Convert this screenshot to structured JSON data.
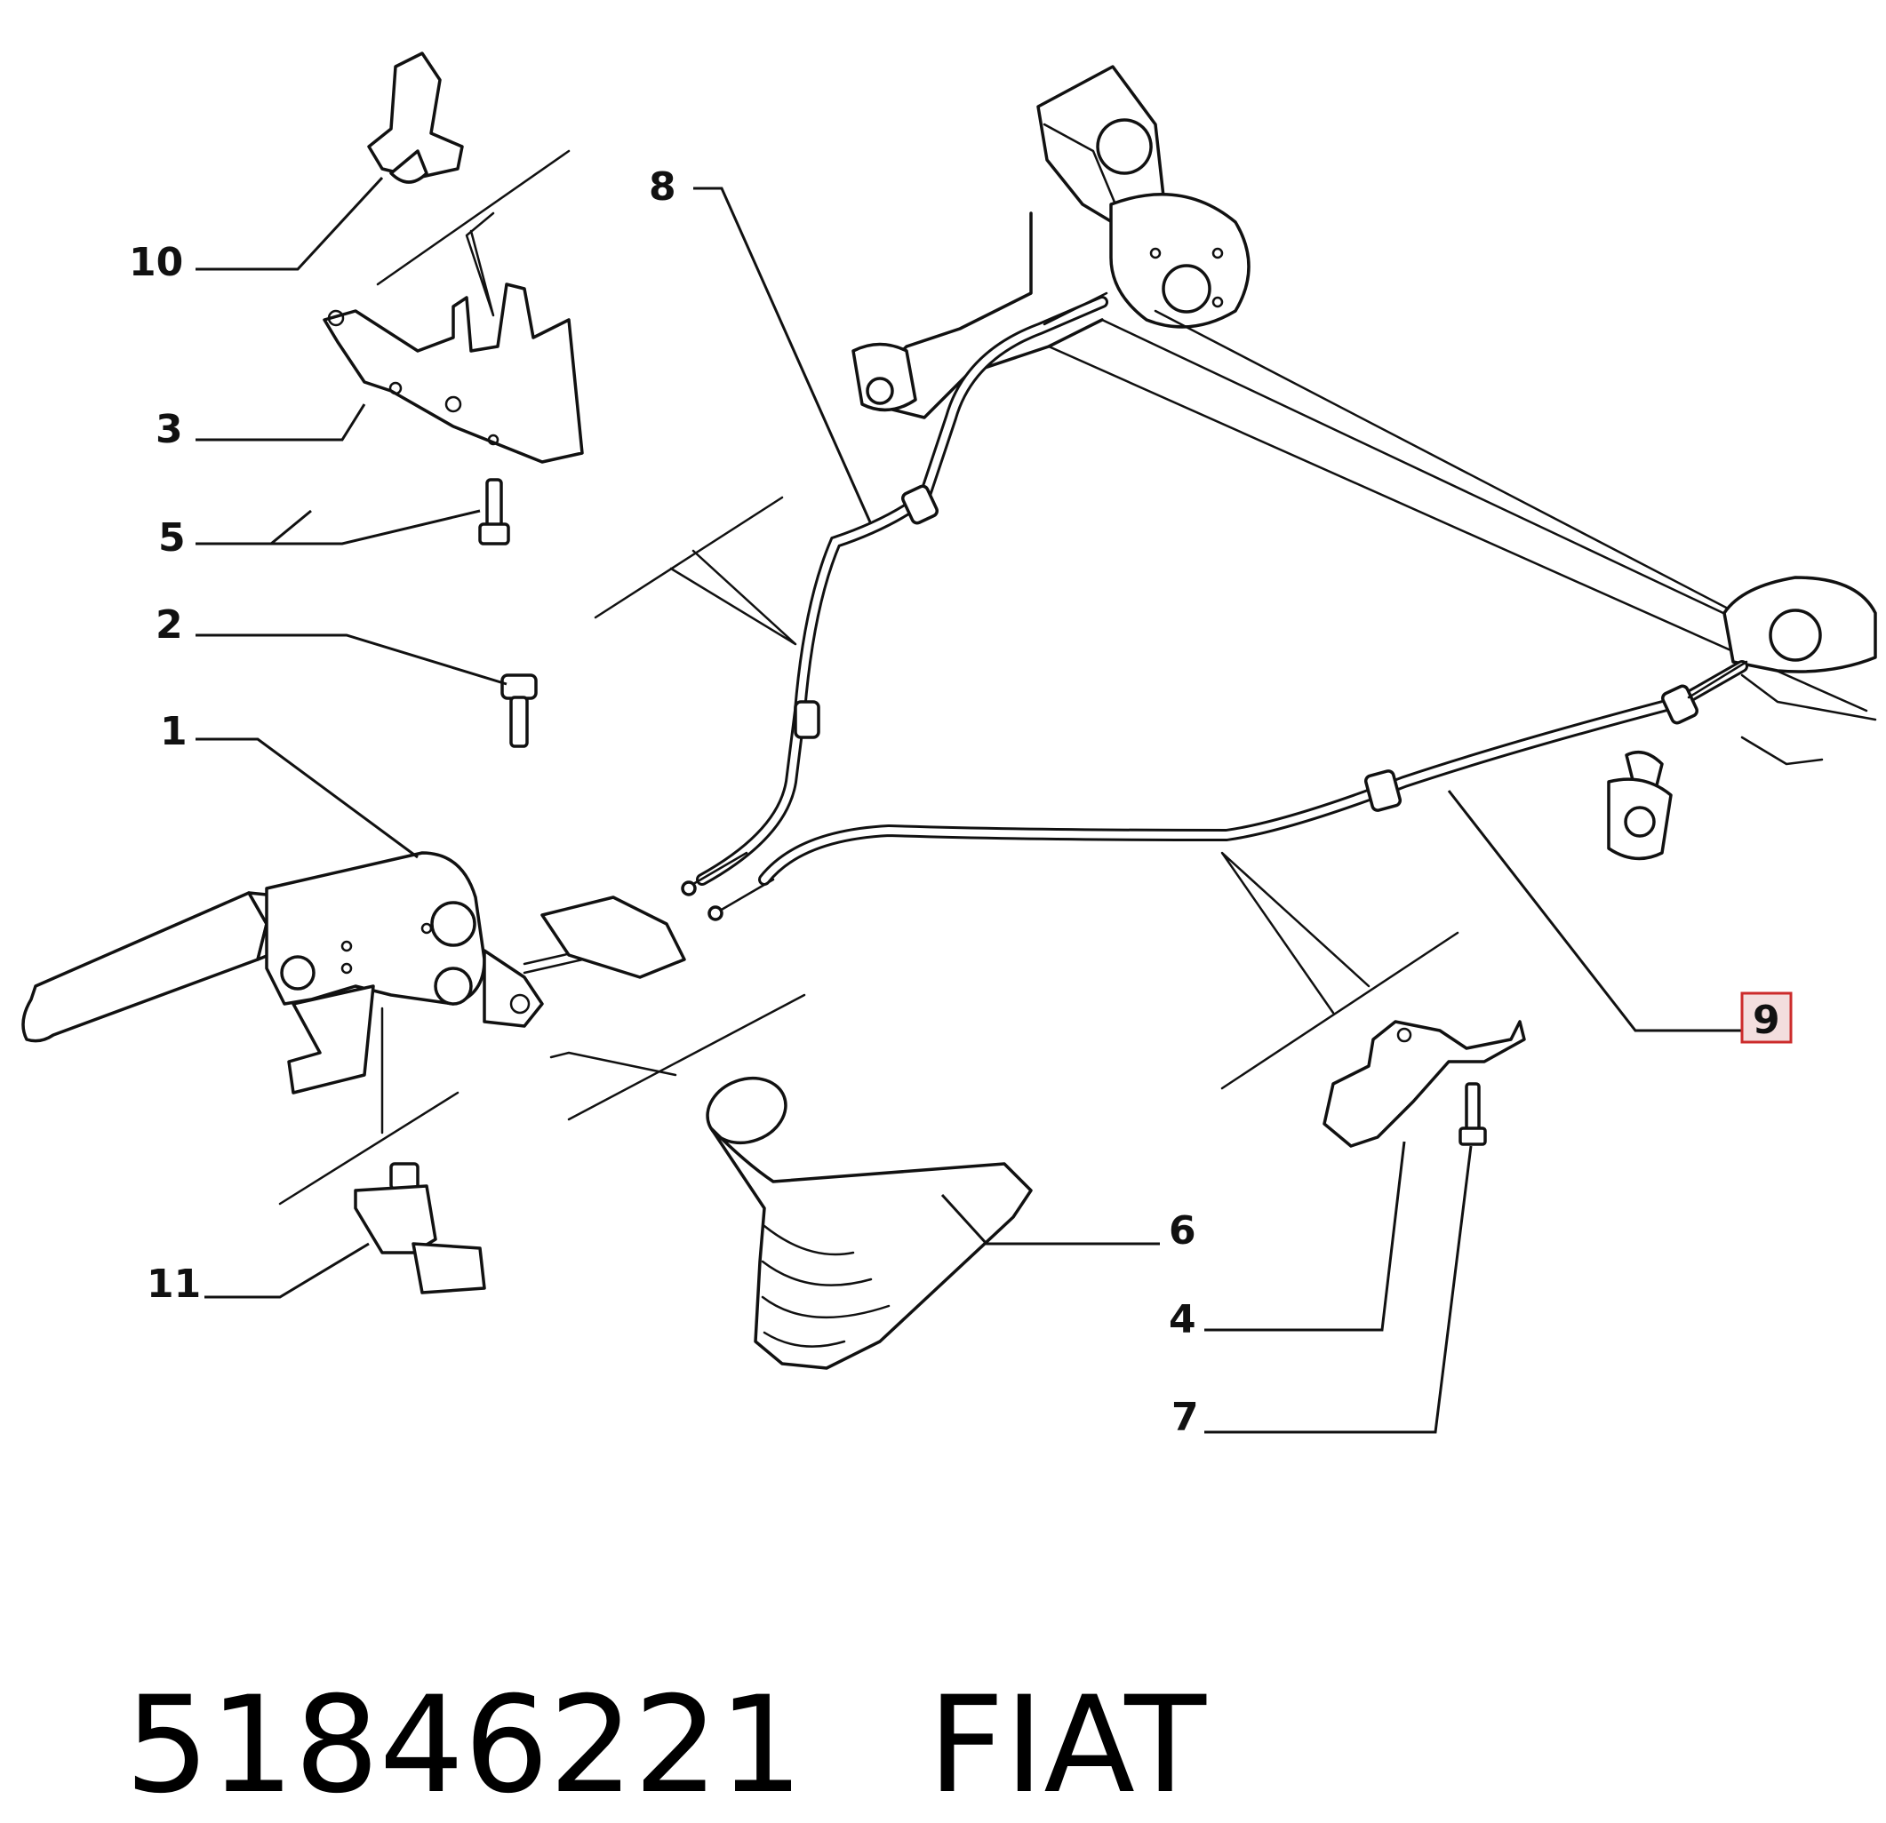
{
  "callouts": [
    {
      "id": "1",
      "label": "1"
    },
    {
      "id": "2",
      "label": "2"
    },
    {
      "id": "3",
      "label": "3"
    },
    {
      "id": "4",
      "label": "4"
    },
    {
      "id": "5",
      "label": "5"
    },
    {
      "id": "6",
      "label": "6"
    },
    {
      "id": "7",
      "label": "7"
    },
    {
      "id": "8",
      "label": "8"
    },
    {
      "id": "9",
      "label": "9",
      "highlighted": true
    },
    {
      "id": "10",
      "label": "10"
    },
    {
      "id": "11",
      "label": "11"
    }
  ],
  "footer": {
    "part_number": "51846221",
    "brand": "FIAT"
  },
  "colors": {
    "highlight_border": "#cc2b2b",
    "highlight_fill": "#f3dede",
    "line": "#111111"
  }
}
